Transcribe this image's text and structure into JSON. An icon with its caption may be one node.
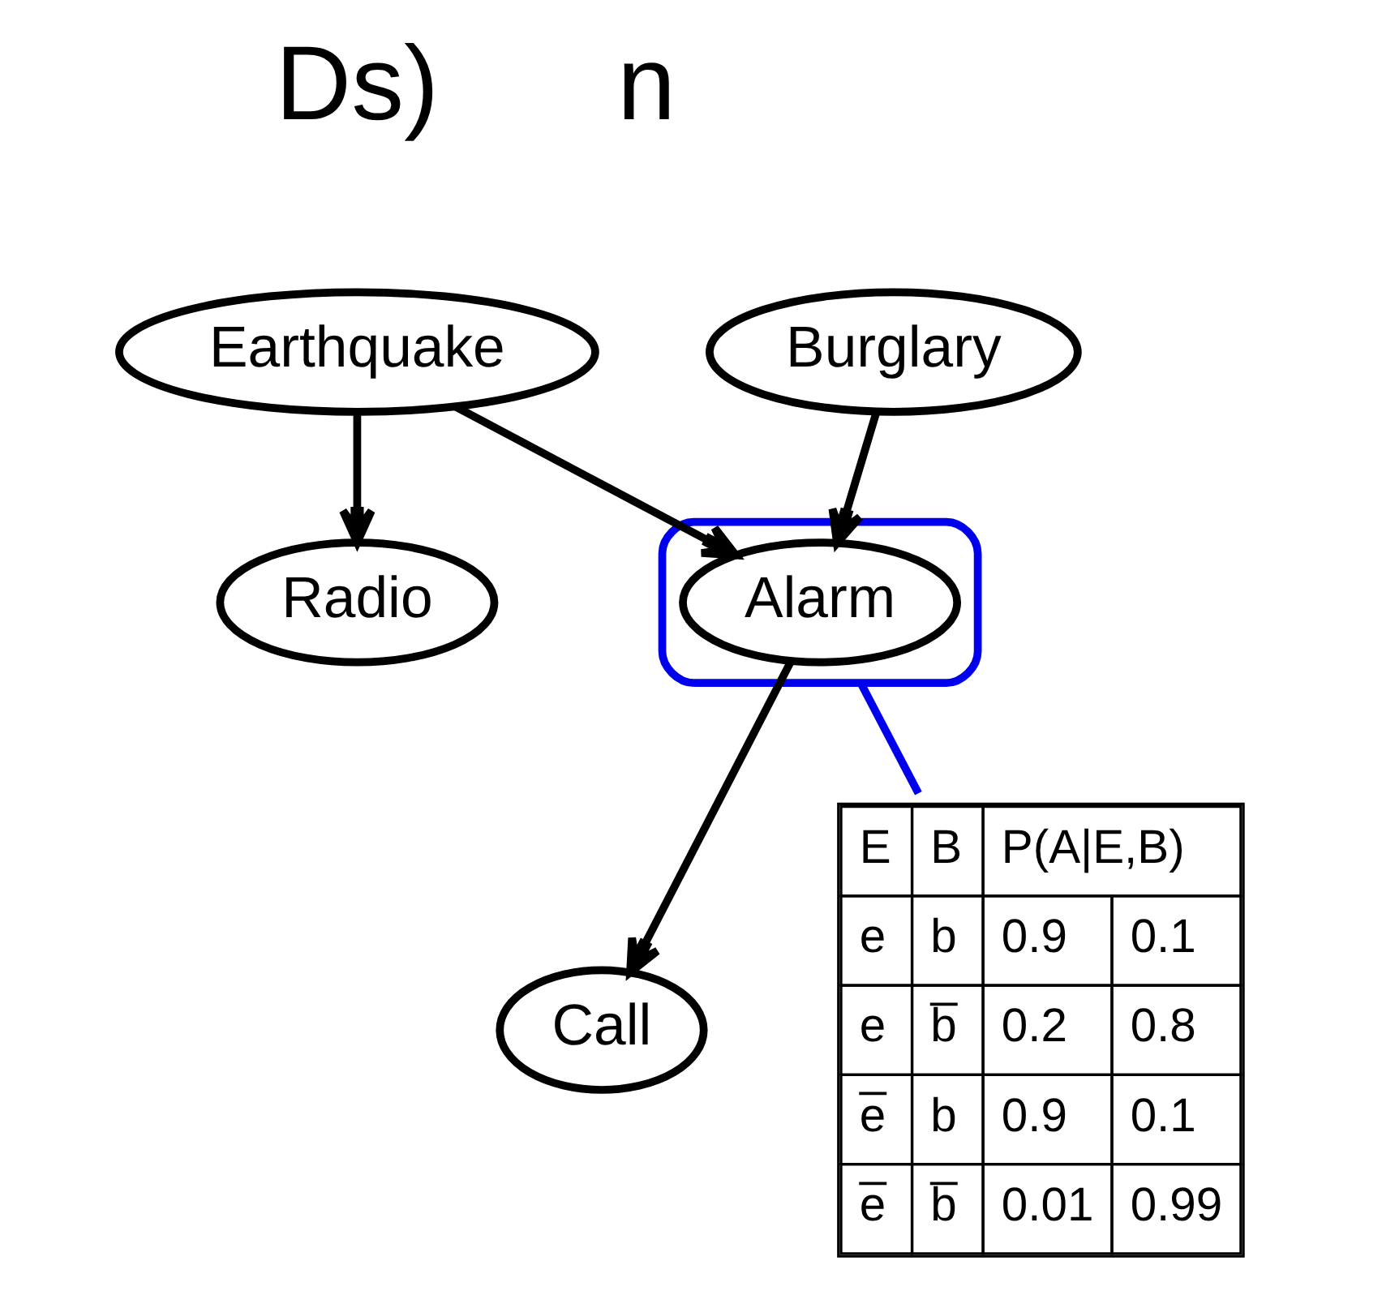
{
  "diagram": {
    "nodes": [
      {
        "text": [
          "Earthquake"
        ]
      },
      {
        "text": [
          "Burglary"
        ]
      },
      {
        "text": [
          "Radio"
        ]
      },
      {
        "text": [],
        "shape": "box"
      },
      {
        "text": [
          "Alarm"
        ],
        "in": 3
      },
      {
        "text": [
          "Call"
        ]
      }
    ],
    "edges": [
      {
        "from": 0,
        "to": 2,
        "arrow": "to"
      },
      {
        "from": 0,
        "to": 4,
        "arrow": "to"
      },
      {
        "from": 1,
        "to": 4,
        "arrow": "to"
      },
      {
        "from": 4,
        "to": 5,
        "arrow": "to"
      },
      {
        "from": 3,
        "to": null,
        "arrow": "none",
        "color": "#0000ee"
      }
    ],
    "labels": [
      "Ds)",
      "n",
      "E",
      "B",
      "P(A|E,B)",
      "e",
      "b",
      "0.9",
      "0.1",
      "e",
      "b̅",
      "0.2",
      "0.8",
      "e̅",
      "b",
      "0.9",
      "0.1",
      "e̅",
      "b̅",
      "0.01",
      "0.99"
    ]
  }
}
